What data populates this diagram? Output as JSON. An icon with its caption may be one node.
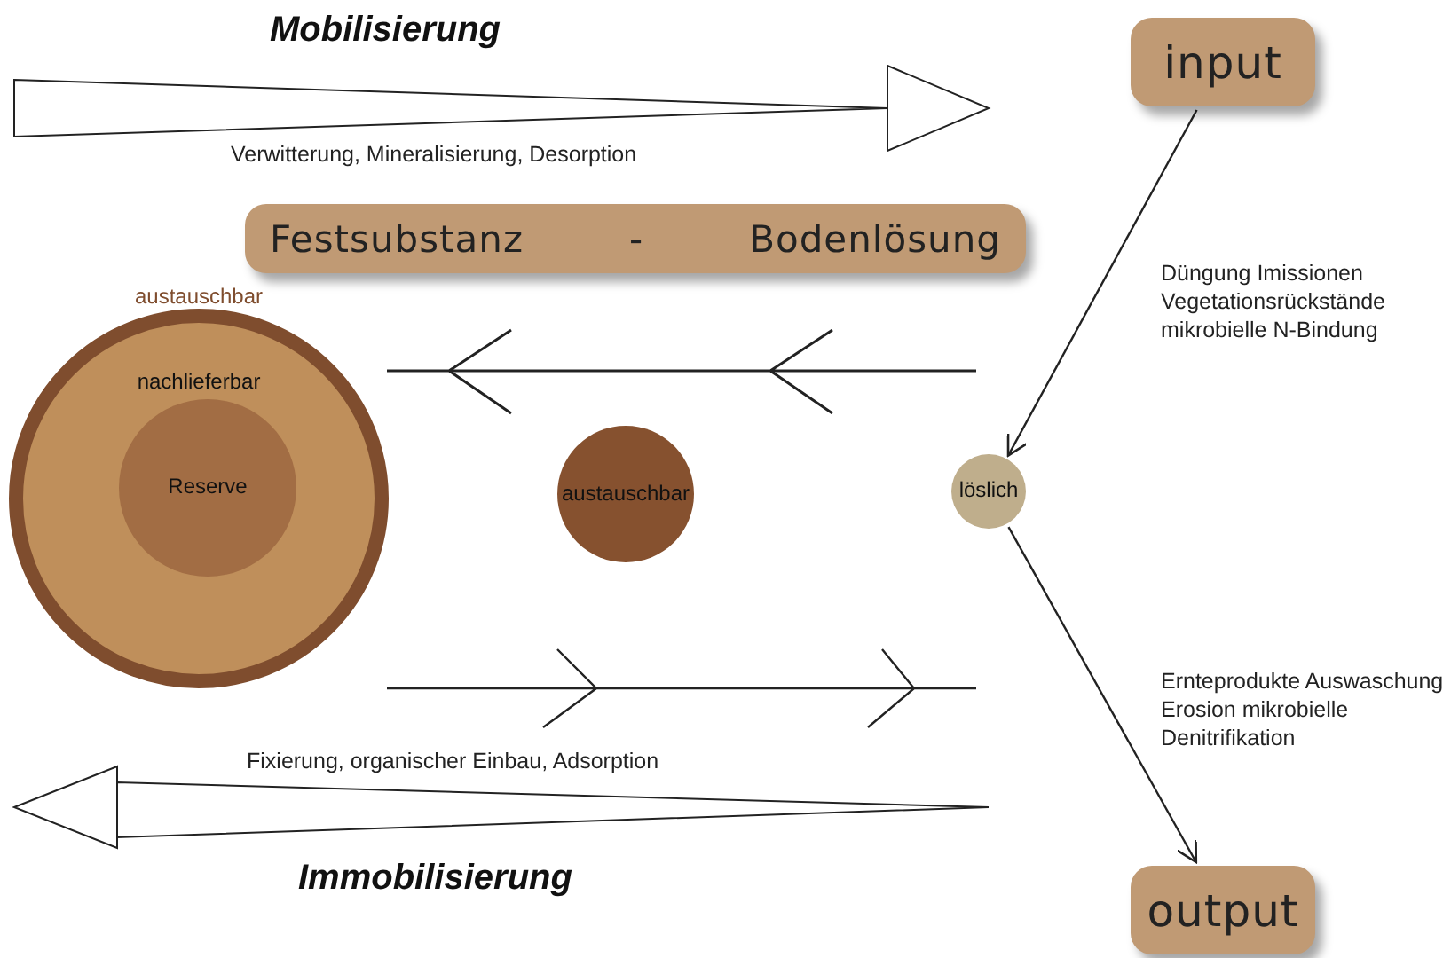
{
  "diagram": {
    "nodes": [
      {
        "text": [
          "input"
        ]
      },
      {
        "text": [
          "Festsubstanz",
          "-",
          "Bodenlösung"
        ]
      },
      {
        "text": [
          "austauschbar",
          "nachlieferbar"
        ]
      },
      {
        "text": [
          "Reserve"
        ],
        "in": 2
      },
      {
        "text": [
          "austauschbar"
        ]
      },
      {
        "text": [
          "löslich"
        ]
      },
      {
        "text": [
          "output"
        ]
      }
    ],
    "edges": [
      {
        "from": 0,
        "to": 5,
        "arrow": "to",
        "label": "Düngung Imissionen Vegetationsrückstände mikrobielle N-Bindung"
      },
      {
        "from": 5,
        "to": 6,
        "arrow": "to",
        "label": "Ernteprodukte Auswaschung Erosion mikrobielle Denitrifikation"
      }
    ],
    "labels": [
      "Mobilisierung",
      "Verwitterung, Mineralisierung, Desorption",
      "Fixierung, organischer Einbau, Adsorption",
      "Immobilisierung"
    ]
  }
}
